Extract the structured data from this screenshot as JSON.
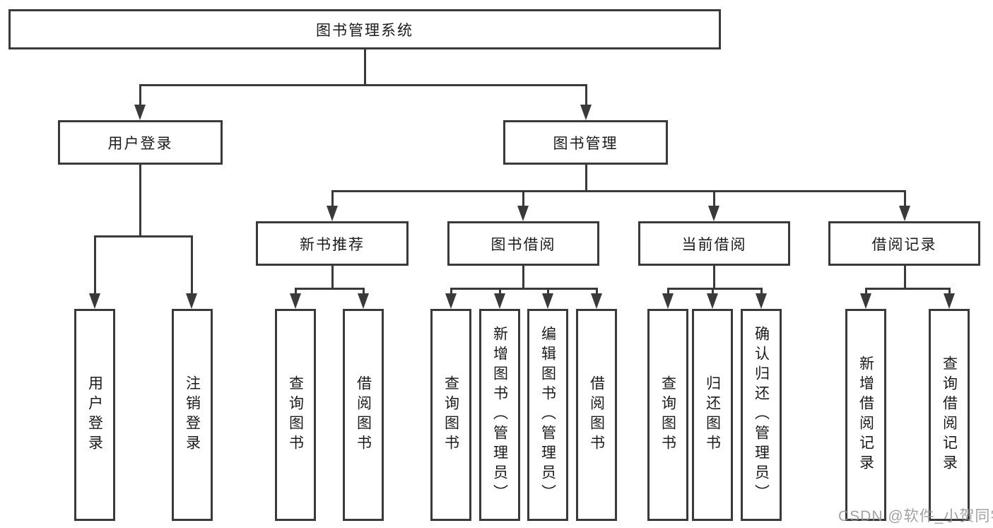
{
  "watermark": {
    "text": "CSDN @软件_小贺同学"
  },
  "colors": {
    "line": "#3a3a3a",
    "text": "#1b1b1b",
    "background": "#ffffff",
    "watermark": "#919196"
  },
  "tree": {
    "label": "图书管理系统",
    "children": [
      {
        "label": "用户登录",
        "children": [
          {
            "label": "用户登录"
          },
          {
            "label": "注销登录"
          }
        ]
      },
      {
        "label": "图书管理",
        "children": [
          {
            "label": "新书推荐",
            "children": [
              {
                "label": "查询图书"
              },
              {
                "label": "借阅图书"
              }
            ]
          },
          {
            "label": "图书借阅",
            "children": [
              {
                "label": "查询图书"
              },
              {
                "label": "新增图书（管理员）"
              },
              {
                "label": "编辑图书（管理员）"
              },
              {
                "label": "借阅图书"
              }
            ]
          },
          {
            "label": "当前借阅",
            "children": [
              {
                "label": "查询图书"
              },
              {
                "label": "归还图书"
              },
              {
                "label": "确认归还（管理员）"
              }
            ]
          },
          {
            "label": "借阅记录",
            "children": [
              {
                "label": "新增借阅记录"
              },
              {
                "label": "查询借阅记录"
              }
            ]
          }
        ]
      }
    ]
  }
}
